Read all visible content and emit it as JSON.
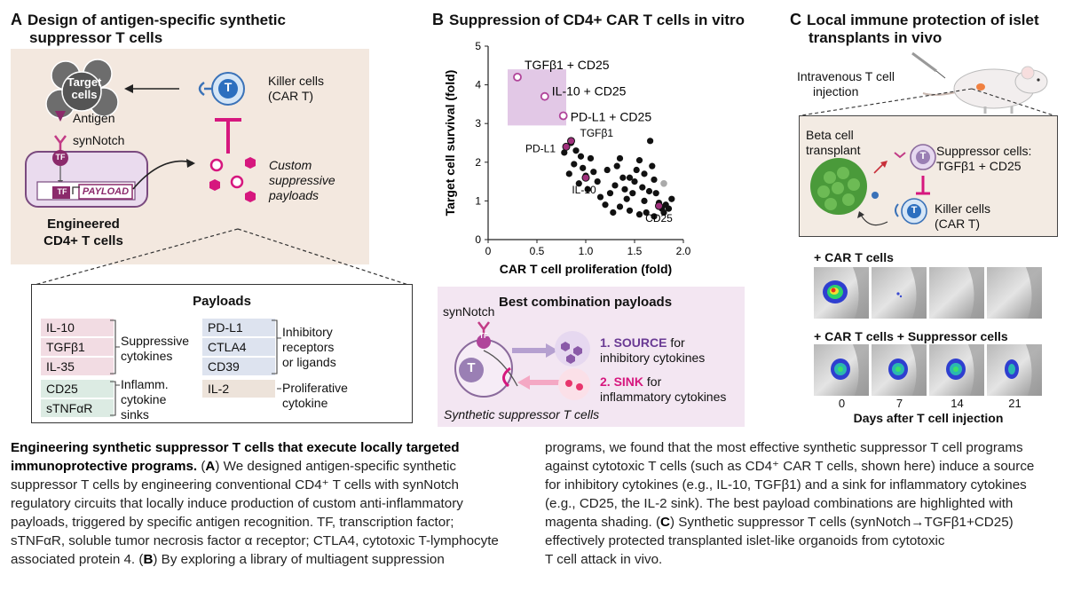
{
  "panelA": {
    "letter": "A",
    "title_line1": "Design of antigen-specific synthetic",
    "title_line2": "suppressor T cells",
    "target_cells_line1": "Target",
    "target_cells_line2": "cells",
    "antigen": "Antigen",
    "synnotch": "synNotch",
    "tf": "TF",
    "payload": "PAYLOAD",
    "t_letter": "T",
    "killer_line1": "Killer cells",
    "killer_line2": "(CAR T)",
    "custom_line1": "Custom",
    "custom_line2": "suppressive",
    "custom_line3": "payloads",
    "engineered_line1": "Engineered",
    "engineered_line2": "CD4+ T cells"
  },
  "payloads": {
    "title": "Payloads",
    "suppressive": [
      "IL-10",
      "TGFβ1",
      "IL-35"
    ],
    "suppressive_label_line1": "Suppressive",
    "suppressive_label_line2": "cytokines",
    "sinks": [
      "CD25",
      "sTNFαR"
    ],
    "sinks_label_line1": "Inflamm.",
    "sinks_label_line2": "cytokine",
    "sinks_label_line3": "sinks",
    "inhibitory": [
      "PD-L1",
      "CTLA4",
      "CD39"
    ],
    "inhibitory_label_line1": "Inhibitory",
    "inhibitory_label_line2": "receptors",
    "inhibitory_label_line3": "or ligands",
    "proliferative": [
      "IL-2"
    ],
    "prolif_label_line1": "Proliferative",
    "prolif_label_line2": "cytokine",
    "colors": {
      "suppressive": "#f2dce3",
      "sinks": "#dcebe3",
      "inhibitory": "#dde3ef",
      "proliferative": "#ede3da"
    }
  },
  "panelB": {
    "letter": "B",
    "title": "Suppression of CD4+ CAR T cells in vitro",
    "best_title": "Best combination payloads",
    "synnotch": "synNotch",
    "tf": "TF",
    "t_letter": "T",
    "source_bold": "1. SOURCE",
    "source_rest": " for",
    "source_line2": "inhibitory cytokines",
    "sink_bold": "2. SINK",
    "sink_rest": " for",
    "sink_line2": "inflammatory cytokines",
    "synthetic_label": "Synthetic suppressor T cells"
  },
  "chart_data": {
    "type": "scatter",
    "xlabel": "CAR T cell proliferation (fold)",
    "ylabel": "Target cell survival (fold)",
    "xlim": [
      0,
      2.0
    ],
    "ylim": [
      0,
      5
    ],
    "xticks": [
      "0",
      "0.5",
      "1.0",
      "1.5",
      "2.0"
    ],
    "yticks": [
      "0",
      "1",
      "2",
      "3",
      "4",
      "5"
    ],
    "highlight_region": {
      "x": [
        0.2,
        0.8
      ],
      "y": [
        2.95,
        4.4
      ],
      "color": "#e2c8e6"
    },
    "highlighted_points": [
      {
        "label": "TGFβ1 + CD25",
        "x": 0.3,
        "y": 4.2
      },
      {
        "label": "IL-10 + CD25",
        "x": 0.58,
        "y": 3.7
      },
      {
        "label": "PD-L1 + CD25",
        "x": 0.77,
        "y": 3.2
      }
    ],
    "labeled_points": [
      {
        "label": "TGFβ1",
        "x": 0.85,
        "y": 2.55
      },
      {
        "label": "PD-L1",
        "x": 0.8,
        "y": 2.4
      },
      {
        "label": "IL-10",
        "x": 1.0,
        "y": 1.6
      },
      {
        "label": "CD25",
        "x": 1.75,
        "y": 0.87
      }
    ],
    "gray_point": {
      "x": 1.8,
      "y": 1.45
    },
    "points": [
      [
        0.78,
        2.25
      ],
      [
        0.85,
        2.5
      ],
      [
        0.9,
        2.3
      ],
      [
        0.95,
        2.15
      ],
      [
        0.88,
        1.95
      ],
      [
        0.83,
        1.7
      ],
      [
        0.97,
        1.85
      ],
      [
        1.0,
        1.65
      ],
      [
        0.93,
        1.45
      ],
      [
        1.02,
        1.3
      ],
      [
        1.05,
        2.1
      ],
      [
        1.08,
        1.75
      ],
      [
        1.12,
        1.5
      ],
      [
        1.15,
        1.1
      ],
      [
        1.2,
        0.9
      ],
      [
        1.25,
        1.2
      ],
      [
        1.3,
        1.4
      ],
      [
        1.32,
        1.9
      ],
      [
        1.35,
        2.1
      ],
      [
        1.38,
        1.6
      ],
      [
        1.4,
        1.3
      ],
      [
        1.42,
        1.05
      ],
      [
        1.45,
        0.75
      ],
      [
        1.48,
        1.2
      ],
      [
        1.5,
        1.5
      ],
      [
        1.52,
        1.8
      ],
      [
        1.55,
        2.05
      ],
      [
        1.58,
        1.35
      ],
      [
        1.6,
        1.0
      ],
      [
        1.62,
        0.7
      ],
      [
        1.65,
        1.25
      ],
      [
        1.66,
        2.55
      ],
      [
        1.68,
        1.9
      ],
      [
        1.7,
        1.55
      ],
      [
        1.72,
        1.2
      ],
      [
        1.75,
        0.95
      ],
      [
        1.78,
        0.8
      ],
      [
        1.8,
        0.7
      ],
      [
        1.82,
        0.9
      ],
      [
        1.85,
        0.8
      ],
      [
        1.88,
        1.05
      ],
      [
        1.22,
        1.8
      ],
      [
        1.28,
        0.7
      ],
      [
        1.55,
        0.65
      ],
      [
        1.45,
        1.6
      ],
      [
        1.35,
        0.85
      ],
      [
        1.6,
        1.7
      ],
      [
        1.7,
        0.6
      ]
    ]
  },
  "panelC": {
    "letter": "C",
    "title_line1": "Local immune protection of islet",
    "title_line2": "transplants in vivo",
    "iv_line1": "Intravenous T cell",
    "iv_line2": "injection",
    "beta_line1": "Beta cell",
    "beta_line2": "transplant",
    "suppressor_line1": "Suppressor cells:",
    "suppressor_line2": "TGFβ1 + CD25",
    "killer_line1": "Killer cells",
    "killer_line2": "(CAR T)",
    "t_letter": "T",
    "row1_label": "+ CAR T cells",
    "row2_label": "+ CAR T cells + Suppressor cells",
    "days": [
      "0",
      "7",
      "14",
      "21"
    ],
    "days_label": "Days after T cell injection"
  },
  "caption": {
    "bold1": "Engineering synthetic suppressor T cells that execute locally targeted",
    "bold2": "immunoprotective programs.",
    "left_l2a": " (",
    "A": "A",
    "left_l2b": ") We designed antigen-specific synthetic",
    "left_l3": "suppressor T cells by engineering conventional CD4⁺ T cells with synNotch",
    "left_l4": "regulatory circuits that locally induce production of custom anti-inflammatory",
    "left_l5": "payloads, triggered by specific antigen recognition. TF, transcription factor;",
    "left_l6": "sTNFαR, soluble tumor necrosis factor α receptor; CTLA4, cytotoxic T-lymphocyte",
    "left_l7a": "associated protein 4. (",
    "B": "B",
    "left_l7b": ") By exploring a library of multiagent suppression",
    "right_l1": "programs, we found that the most effective synthetic suppressor T cell programs",
    "right_l2": "against cytotoxic T cells (such as CD4⁺ CAR T cells, shown here) induce a source",
    "right_l3": "for inhibitory cytokines (e.g., IL-10, TGFβ1) and a sink for inflammatory cytokines",
    "right_l4": "(e.g., CD25, the IL-2 sink). The best payload combinations are highlighted with",
    "right_l5a": "magenta shading. (",
    "C": "C",
    "right_l5b": ") Synthetic suppressor T cells (synNotch→TGFβ1+CD25)",
    "right_l6": "effectively protected transplanted islet-like organoids from cytotoxic",
    "right_l7": "T cell attack in vivo."
  }
}
